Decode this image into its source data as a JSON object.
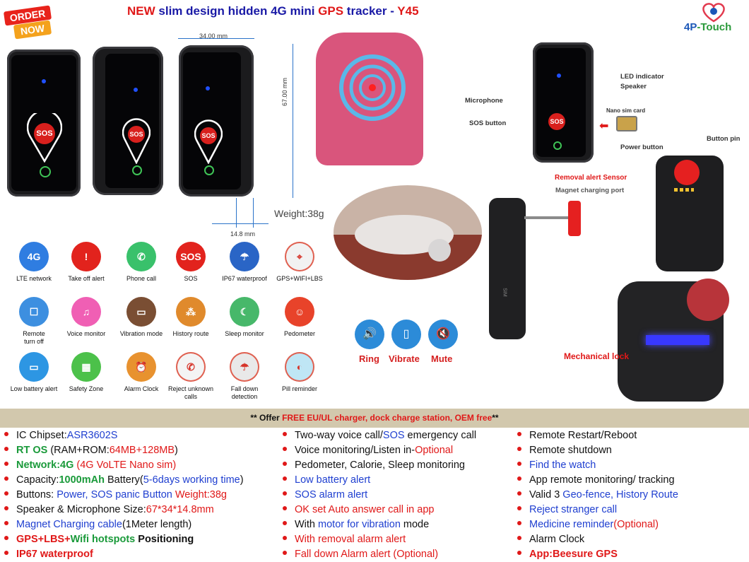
{
  "header": {
    "badge_line1": "ORDER",
    "badge_line2": "NOW",
    "title_new": "NEW",
    "title_mid1": " slim design hidden 4G mini ",
    "title_gps": "GPS",
    "title_mid2": " tracker - ",
    "title_model": "Y45",
    "brand_4p": "4P",
    "brand_touch": "-Touch"
  },
  "device_labels": {
    "sos": "SOS",
    "dim_width": "34.00 mm",
    "dim_height": "67.00 mm",
    "dim_thick": "14.8 mm",
    "weight": "Weight:38g"
  },
  "callouts": {
    "led": "LED indicator",
    "speaker": "Speaker",
    "microphone": "Microphone",
    "sos_button": "SOS button",
    "nano_sim": "Nano sim card",
    "power_button": "Power button",
    "button_pin": "Button pin",
    "removal_sensor": "Removal alert Sensor",
    "magnet_port": "Magnet charging port",
    "mechanical_lock": "Mechanical lock",
    "sim": "SIM"
  },
  "features": [
    {
      "label": "LTE network",
      "icon": "4G",
      "color": "#2f7de1"
    },
    {
      "label": "Take off alert",
      "icon": "!",
      "color": "#e2231d"
    },
    {
      "label": "Phone call",
      "icon": "✆",
      "color": "#39c16b"
    },
    {
      "label": "SOS",
      "icon": "SOS",
      "color": "#e2231d"
    },
    {
      "label": "IP67 waterproof",
      "icon": "☂",
      "color": "#2a65c6"
    },
    {
      "label": "GPS+WIFI+LBS",
      "icon": "⌖",
      "color": "#f2f2f2"
    },
    {
      "label": "Remote\nturn off",
      "icon": "☐",
      "color": "#3d8fe0"
    },
    {
      "label": "Voice monitor",
      "icon": "♫",
      "color": "#f05fb4"
    },
    {
      "label": "Vibration mode",
      "icon": "▭",
      "color": "#7a4e33"
    },
    {
      "label": "History route",
      "icon": "⁂",
      "color": "#e08a2c"
    },
    {
      "label": "Sleep monitor",
      "icon": "☾",
      "color": "#47b86a"
    },
    {
      "label": "Pedometer",
      "icon": "☺",
      "color": "#e8432a"
    },
    {
      "label": "Low battery alert",
      "icon": "▭",
      "color": "#2d96e3"
    },
    {
      "label": "Safety Zone",
      "icon": "▦",
      "color": "#4cc14a"
    },
    {
      "label": "Alarm Clock",
      "icon": "⏰",
      "color": "#e8922f"
    },
    {
      "label": "Reject unknown calls",
      "icon": "✆",
      "color": "#f4f4f4"
    },
    {
      "label": "Fall down detection",
      "icon": "☂",
      "color": "#e9e9e9"
    },
    {
      "label": "Pill reminder",
      "icon": "◐",
      "color": "#bfe6f5"
    }
  ],
  "alerts": [
    {
      "label": "Ring",
      "icon": "🔊"
    },
    {
      "label": "Vibrate",
      "icon": "▯"
    },
    {
      "label": "Mute",
      "icon": "🔇"
    }
  ],
  "offer": {
    "prefix": "** Offer ",
    "highlight": "FREE  EU/UL charger, dock charge station, OEM free",
    "suffix": "**"
  },
  "specs_col1": [
    {
      "a": "IC Chipset:",
      "b": "ASR3602S"
    },
    {
      "a": "RT OS",
      "b": " (RAM+ROM:",
      "c": "64MB+128MB",
      "d": ")"
    },
    {
      "a": "Network:4G",
      "b": " (4G VoLTE Nano sim)"
    },
    {
      "a": "Capacity:",
      "b": "1000mAh",
      "c": "  Battery(",
      "d": "5-6days working time",
      "e": ")"
    },
    {
      "a": "Buttons: ",
      "b": "Power, SOS panic Button",
      "c": "    Weight:38g"
    },
    {
      "a": "Speaker & Microphone     Size:",
      "b": "67*34*14.8mm"
    },
    {
      "a": "Magnet  Charging cable",
      "b": "(1Meter length)"
    },
    {
      "a": "GPS+LBS+",
      "b": "Wifi hotspots",
      "c": " Positioning"
    },
    {
      "a": "IP67 waterproof"
    }
  ],
  "specs_col2": [
    {
      "a": "Two-way voice call/",
      "b": "SOS",
      "c": " emergency call"
    },
    {
      "a": "Voice monitoring/Listen in-",
      "b": "Optional"
    },
    {
      "a": "Pedometer, Calorie, Sleep monitoring"
    },
    {
      "a": "Low battery alert"
    },
    {
      "a": "SOS alarm alert"
    },
    {
      "a": "OK set Auto answer call in app"
    },
    {
      "a": "With ",
      "b": "motor for vibration",
      "c": " mode"
    },
    {
      "a": "With removal alarm alert"
    },
    {
      "a": "Fall down  Alarm alert ",
      "b": "(Optional)"
    }
  ],
  "specs_col3": [
    {
      "a": "Remote Restart/Reboot"
    },
    {
      "a": "Remote shutdown"
    },
    {
      "a": "Find the watch"
    },
    {
      "a": "App remote monitoring/ tracking"
    },
    {
      "a": "Valid 3 ",
      "b": "Geo-fence, History Route"
    },
    {
      "a": "Reject stranger call"
    },
    {
      "a": "Medicine  reminder",
      "b": "(Optional)"
    },
    {
      "a": "Alarm Clock"
    },
    {
      "a": "App:Beesure GPS"
    }
  ]
}
